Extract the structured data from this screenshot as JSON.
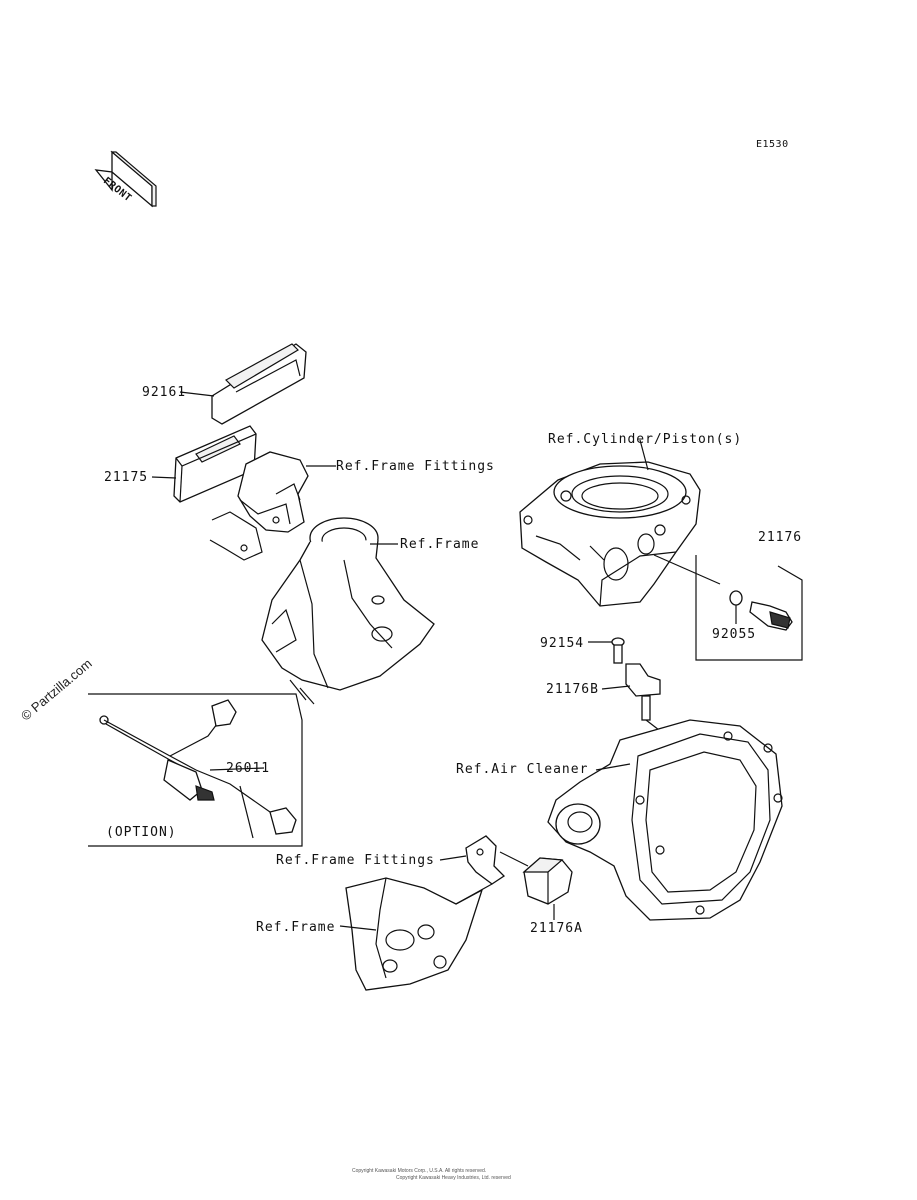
{
  "diagram_code": "E1530",
  "front_arrow_label": "FRONT",
  "watermark": "© Partzilla.com",
  "footer": {
    "line1": "Copyright Kawasaki Motors Corp., U.S.A. All rights reserved.",
    "line2": "Copyright Kawasaki Heavy Industries, Ltd. reserved"
  },
  "labels": {
    "p92161": "92161",
    "p21175": "21175",
    "ref_frame_fittings_top": "Ref.Frame Fittings",
    "ref_frame_top": "Ref.Frame",
    "ref_cylinder": "Ref.Cylinder/Piston(s)",
    "p21176": "21176",
    "p92055": "92055",
    "p92154": "92154",
    "p21176b": "21176B",
    "p26011": "26011",
    "option": "(OPTION)",
    "ref_air_cleaner": "Ref.Air Cleaner",
    "ref_frame_fittings_bottom": "Ref.Frame Fittings",
    "ref_frame_bottom": "Ref.Frame",
    "p21176a": "21176A"
  }
}
